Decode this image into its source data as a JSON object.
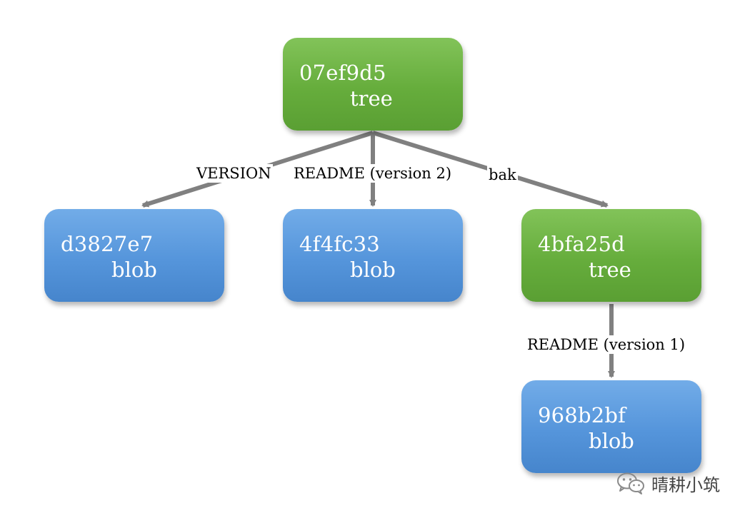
{
  "diagram": {
    "nodes": [
      {
        "id": "root",
        "hash": "07ef9d5",
        "kind": "tree",
        "color": "#6ab040"
      },
      {
        "id": "version",
        "hash": "d3827e7",
        "kind": "blob",
        "color": "#5898dc"
      },
      {
        "id": "readme2",
        "hash": "4f4fc33",
        "kind": "blob",
        "color": "#5898dc"
      },
      {
        "id": "bak",
        "hash": "4bfa25d",
        "kind": "tree",
        "color": "#6ab040"
      },
      {
        "id": "readme1",
        "hash": "968b2bf",
        "kind": "blob",
        "color": "#5898dc"
      }
    ],
    "edges": [
      {
        "from": "root",
        "to": "version",
        "label": "VERSION"
      },
      {
        "from": "root",
        "to": "readme2",
        "label": "README (version 2)"
      },
      {
        "from": "root",
        "to": "bak",
        "label": "bak"
      },
      {
        "from": "bak",
        "to": "readme1",
        "label": "README (version 1)"
      }
    ],
    "arrow_color": "#808080"
  },
  "watermark": {
    "text": "晴耕小筑",
    "icon": "wechat-icon"
  }
}
